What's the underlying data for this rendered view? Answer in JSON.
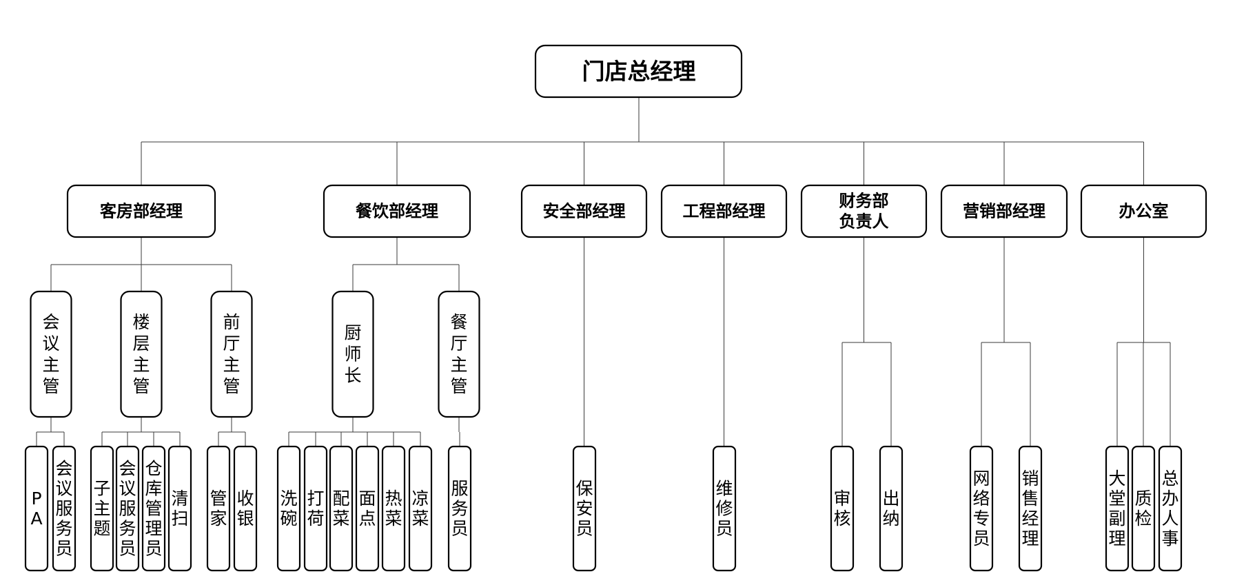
{
  "chart_data": {
    "type": "org-chart",
    "title": "门店总经理",
    "root": {
      "label": "门店总经理",
      "children": [
        {
          "label": "客房部经理",
          "children": [
            {
              "label": "会议主管",
              "children": [
                {
                  "label": "PA"
                },
                {
                  "label": "会议服务员"
                }
              ]
            },
            {
              "label": "楼层主管",
              "children": [
                {
                  "label": "子主题"
                },
                {
                  "label": "会议服务员"
                },
                {
                  "label": "仓库管理员"
                },
                {
                  "label": "清扫"
                }
              ]
            },
            {
              "label": "前厅主管",
              "children": [
                {
                  "label": "管家"
                },
                {
                  "label": "收银"
                }
              ]
            }
          ]
        },
        {
          "label": "餐饮部经理",
          "children": [
            {
              "label": "厨师长",
              "children": [
                {
                  "label": "洗碗"
                },
                {
                  "label": "打荷"
                },
                {
                  "label": "配菜"
                },
                {
                  "label": "面点"
                },
                {
                  "label": "热菜"
                },
                {
                  "label": "凉菜"
                }
              ]
            },
            {
              "label": "餐厅主管",
              "children": [
                {
                  "label": "服务员"
                }
              ]
            }
          ]
        },
        {
          "label": "安全部经理",
          "children": [
            {
              "label": "保安员"
            }
          ]
        },
        {
          "label": "工程部经理",
          "children": [
            {
              "label": "维修员"
            }
          ]
        },
        {
          "label": "财务部\n负责人",
          "children": [
            {
              "label": "审核"
            },
            {
              "label": "出纳"
            }
          ]
        },
        {
          "label": "营销部经理",
          "children": [
            {
              "label": "网络专员"
            },
            {
              "label": "销售经理"
            }
          ]
        },
        {
          "label": "办公室",
          "children": [
            {
              "label": "大堂副理"
            },
            {
              "label": "质检"
            },
            {
              "label": "总办人事"
            }
          ]
        }
      ]
    }
  }
}
